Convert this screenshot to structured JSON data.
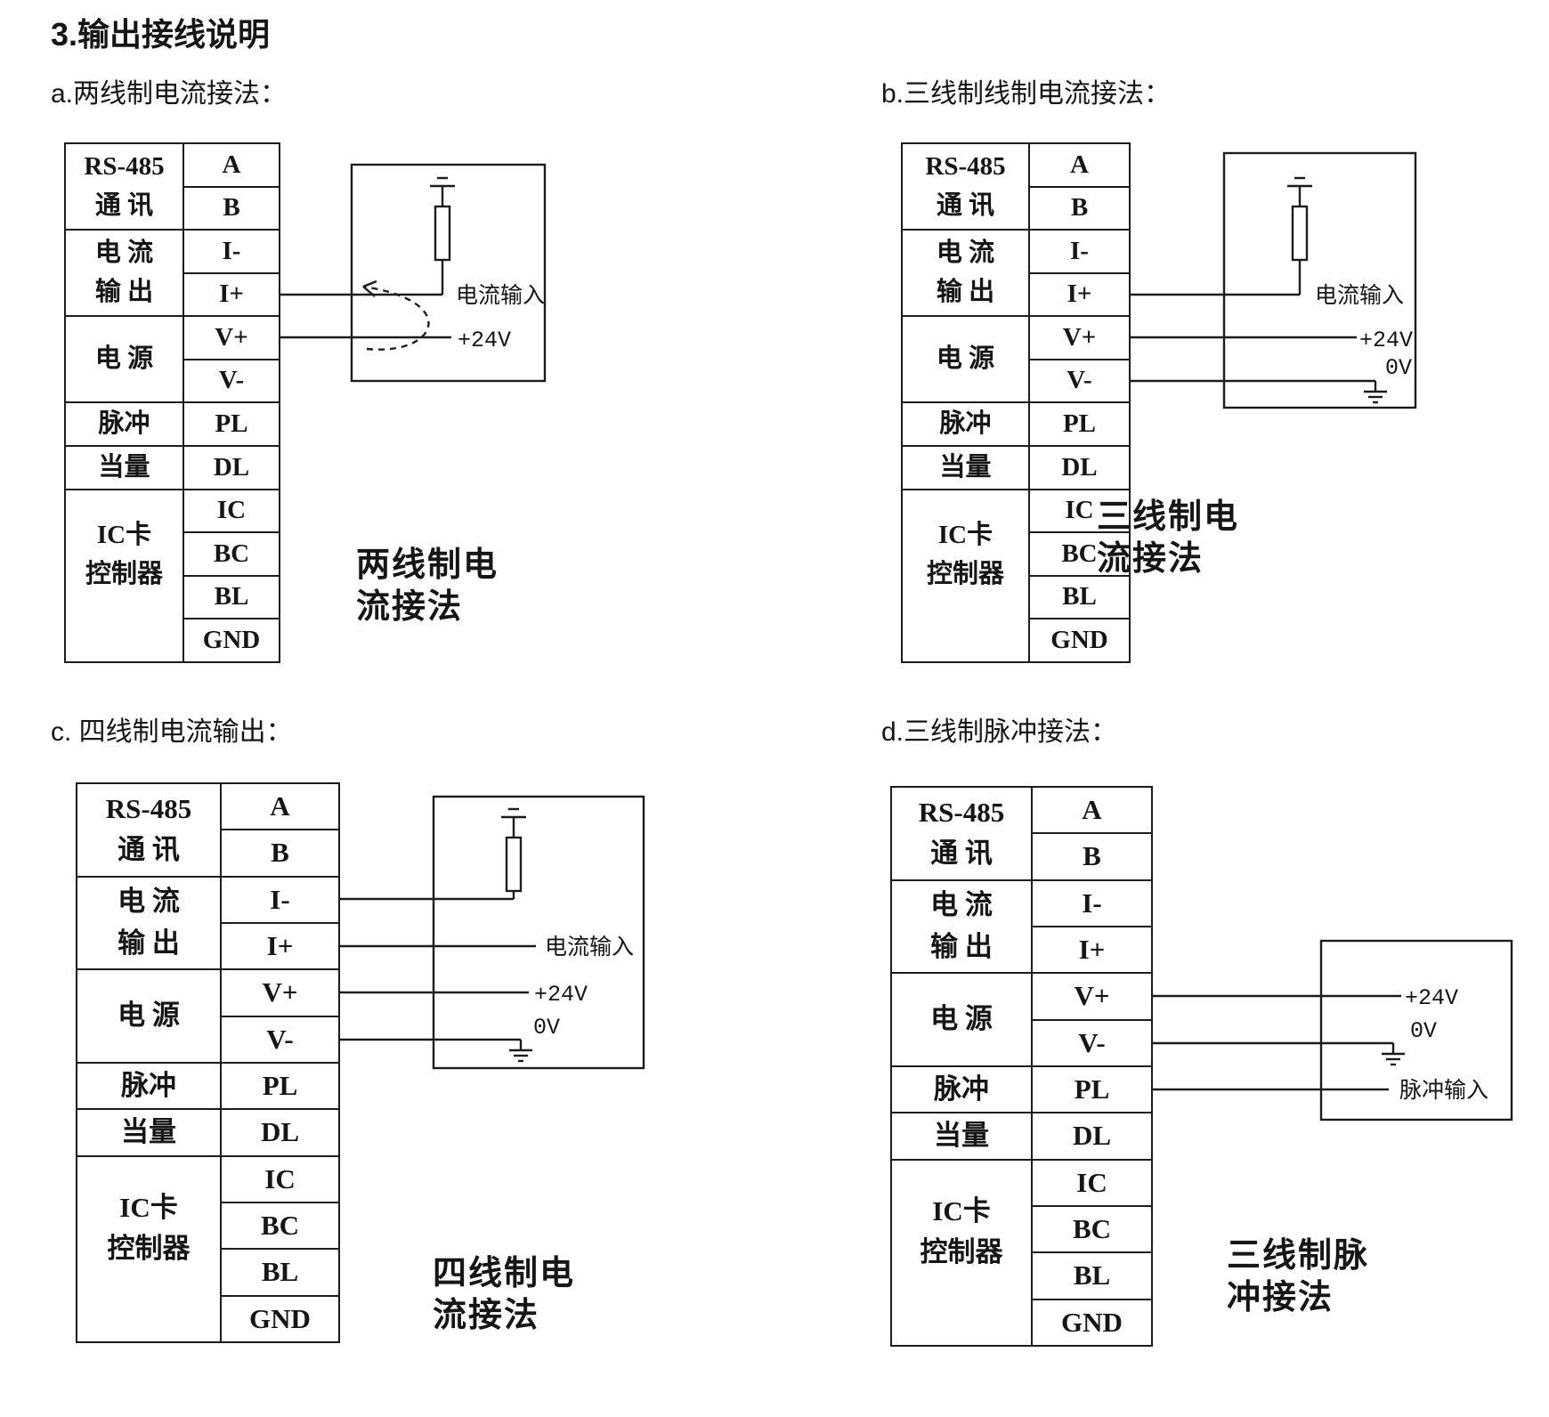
{
  "page": {
    "title": "3.输出接线说明",
    "colors": {
      "bg": "#ffffff",
      "ink": "#161616",
      "line": "#1c1c1c"
    }
  },
  "terminal_table": {
    "groups": [
      {
        "label": "RS-485\n通 讯",
        "span": 2
      },
      {
        "label": "电 流\n输 出",
        "span": 2
      },
      {
        "label": "电 源",
        "span": 2
      },
      {
        "label": "脉冲",
        "span": 1
      },
      {
        "label": "当量",
        "span": 1
      },
      {
        "label": "IC卡\n控制器",
        "span": 4
      }
    ],
    "pins": [
      "A",
      "B",
      "I-",
      "I+",
      "V+",
      "V-",
      "PL",
      "DL",
      "IC",
      "BC",
      "BL",
      "GND"
    ]
  },
  "sections": {
    "a": {
      "heading": "a.两线制电流接法：",
      "caption": "两线制电\n流接法",
      "labels": {
        "current_input": "电流输入",
        "plus24v": "+24V"
      },
      "wired_pins": [
        "I+",
        "V+"
      ]
    },
    "b": {
      "heading": "b.三线制线制电流接法：",
      "caption": "三线制电\n流接法",
      "labels": {
        "current_input": "电流输入",
        "plus24v": "+24V",
        "zero_v": "0V"
      },
      "wired_pins": [
        "I+",
        "V+",
        "V-"
      ]
    },
    "c": {
      "heading": "c. 四线制电流输出：",
      "caption": "四线制电\n流接法",
      "labels": {
        "current_input": "电流输入",
        "plus24v": "+24V",
        "zero_v": "0V"
      },
      "wired_pins": [
        "I-",
        "I+",
        "V+",
        "V-"
      ]
    },
    "d": {
      "heading": "d.三线制脉冲接法：",
      "caption": "三线制脉\n冲接法",
      "labels": {
        "plus24v": "+24V",
        "zero_v": "0V",
        "pulse_input": "脉冲输入"
      },
      "wired_pins": [
        "V+",
        "V-",
        "PL"
      ]
    }
  }
}
